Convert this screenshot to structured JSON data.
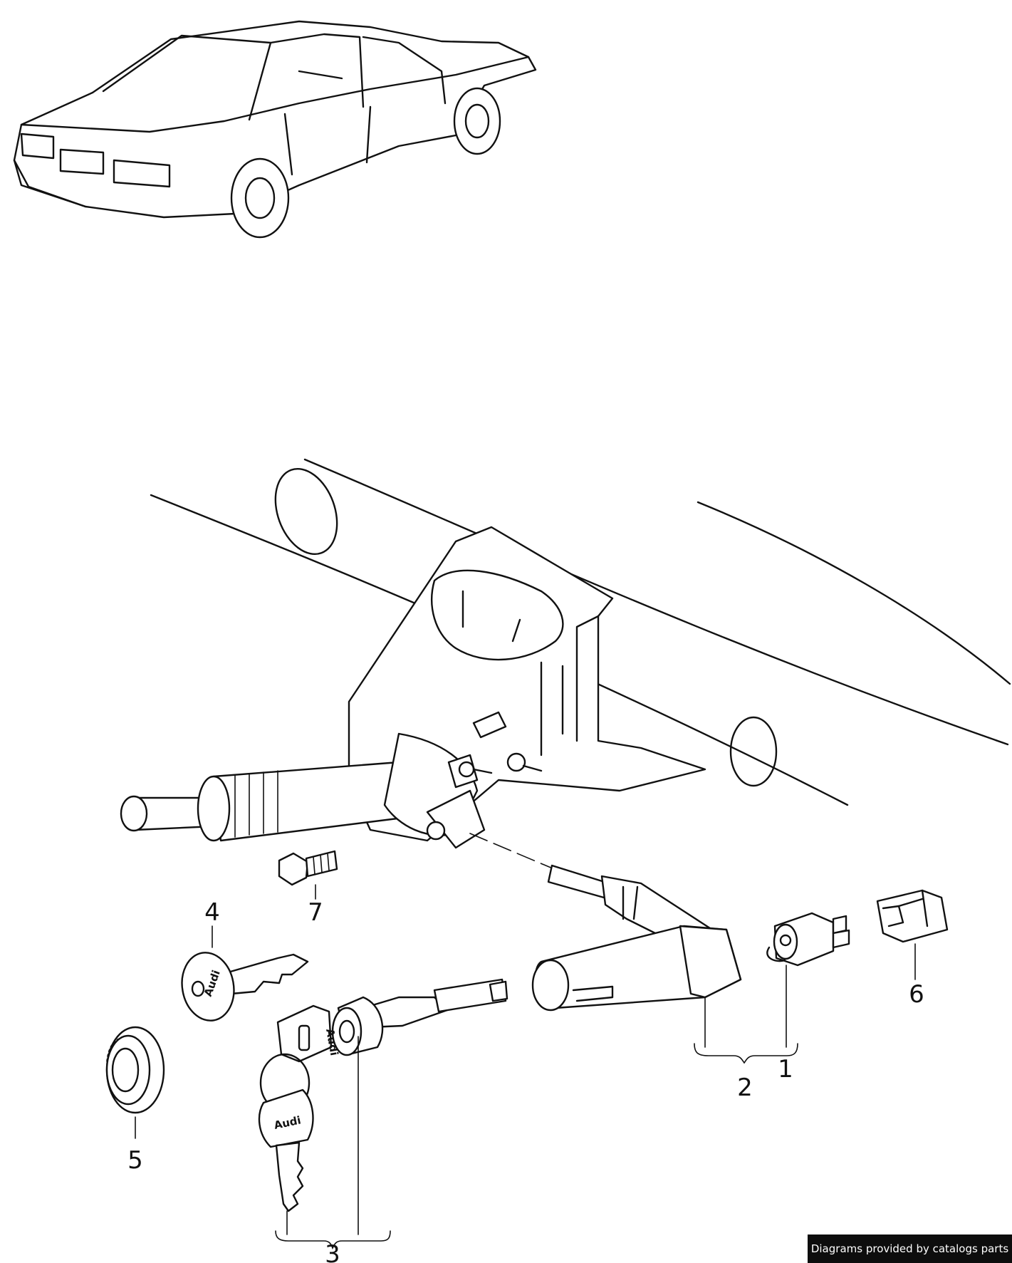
{
  "callouts": {
    "p1": "1",
    "p2": "2",
    "p3": "3",
    "p4": "4",
    "p5": "5",
    "p6": "6",
    "p7": "7"
  },
  "key_brand": "Audi",
  "credit": "Diagrams provided by catalogs parts"
}
